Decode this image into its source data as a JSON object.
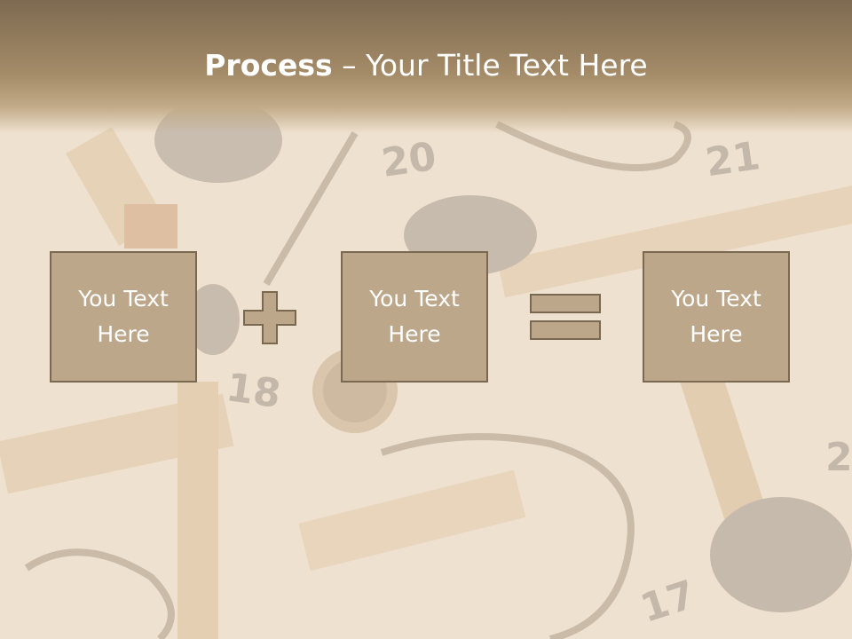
{
  "slide": {
    "title_bold": "Process",
    "title_rest": " – Your Title Text Here"
  },
  "process": {
    "boxes": [
      {
        "text": "You Text Here"
      },
      {
        "text": "You Text Here"
      },
      {
        "text": "You Text Here"
      }
    ],
    "operators": [
      "plus-icon",
      "equals-icon"
    ]
  },
  "background": {
    "visible_numbers": [
      "20",
      "21",
      "18",
      "2",
      "17"
    ]
  },
  "colors": {
    "header": "#8f7a5c",
    "box_fill": "#bca78a",
    "box_border": "#7a6850",
    "text": "#ffffff",
    "background": "#efe3d3"
  }
}
